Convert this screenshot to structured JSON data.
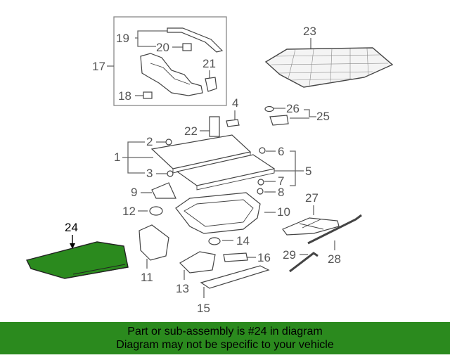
{
  "callouts": {
    "c1": "1",
    "c2": "2",
    "c3": "3",
    "c4": "4",
    "c5": "5",
    "c6": "6",
    "c7": "7",
    "c8": "8",
    "c9": "9",
    "c10": "10",
    "c11": "11",
    "c12": "12",
    "c13": "13",
    "c14": "14",
    "c15": "15",
    "c16": "16",
    "c17": "17",
    "c18": "18",
    "c19": "19",
    "c20": "20",
    "c21": "21",
    "c22": "22",
    "c23": "23",
    "c24": "24",
    "c25": "25",
    "c26": "26",
    "c27": "27",
    "c28": "28",
    "c29": "29"
  },
  "banner": {
    "line1": "Part or sub-assembly is #24 in diagram",
    "line2": "Diagram may not be specific to your vehicle"
  },
  "colors": {
    "highlight": "#2b8a1e",
    "line": "#666666"
  }
}
